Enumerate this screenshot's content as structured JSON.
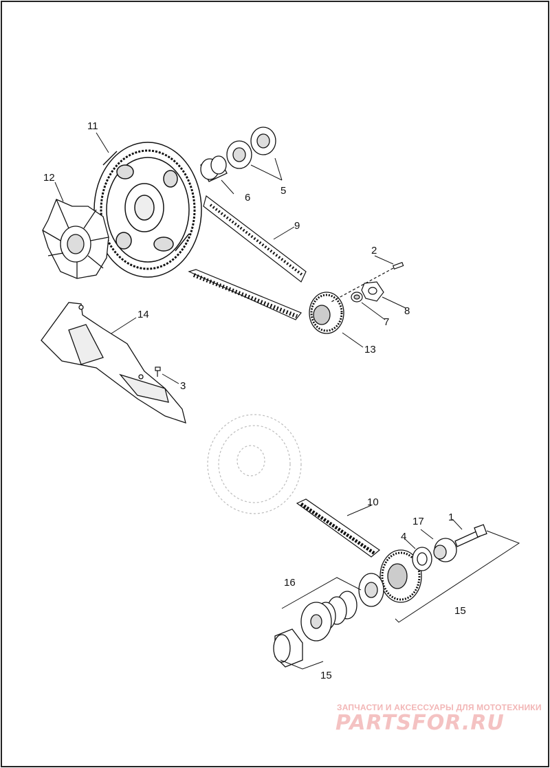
{
  "diagram": {
    "callouts": [
      {
        "id": "c11",
        "text": "11"
      },
      {
        "id": "c12",
        "text": "12"
      },
      {
        "id": "c6",
        "text": "6"
      },
      {
        "id": "c5",
        "text": "5"
      },
      {
        "id": "c9",
        "text": "9"
      },
      {
        "id": "c2",
        "text": "2"
      },
      {
        "id": "c8",
        "text": "8"
      },
      {
        "id": "c7",
        "text": "7"
      },
      {
        "id": "c13",
        "text": "13"
      },
      {
        "id": "c14",
        "text": "14"
      },
      {
        "id": "c3",
        "text": "3"
      },
      {
        "id": "c10",
        "text": "10"
      },
      {
        "id": "c17",
        "text": "17"
      },
      {
        "id": "c1",
        "text": "1"
      },
      {
        "id": "c4",
        "text": "4"
      },
      {
        "id": "c16",
        "text": "16"
      },
      {
        "id": "c15a",
        "text": "15"
      },
      {
        "id": "c15b",
        "text": "15"
      }
    ]
  },
  "watermark": {
    "tagline": "ЗАПЧАСТИ И АКСЕССУАРЫ ДЛЯ МОТОТЕХНИКИ",
    "logo": "PARTSFOR.RU",
    "color": "#f2b6b6"
  }
}
